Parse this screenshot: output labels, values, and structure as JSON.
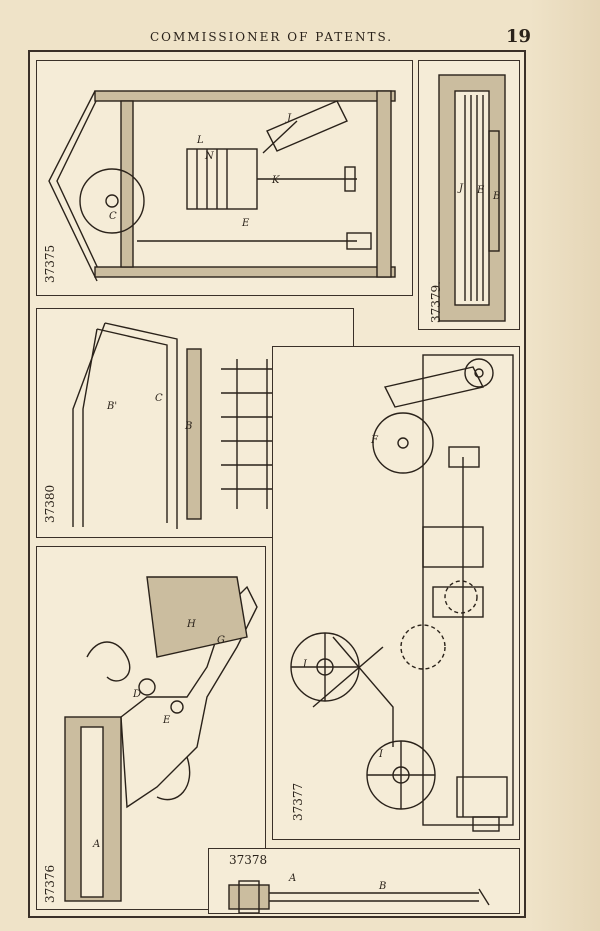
{
  "header": {
    "title": "COMMISSIONER OF PATENTS.",
    "page_number": "19"
  },
  "figures": {
    "fig_37375": {
      "number": "37375"
    },
    "fig_37379": {
      "number": "37379."
    },
    "fig_37380": {
      "number": "37380"
    },
    "fig_37376": {
      "number": "37376"
    },
    "fig_37377": {
      "number": "37377"
    },
    "fig_37378": {
      "number": "37378"
    }
  },
  "colors": {
    "paper": "#efe3c8",
    "ink": "#2a221a",
    "plate": "#f3e9d2"
  }
}
